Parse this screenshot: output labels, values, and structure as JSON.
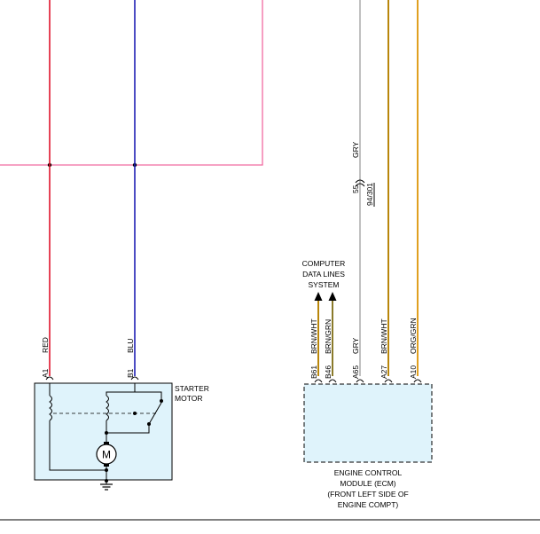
{
  "colors": {
    "red_wire": "#e0142c",
    "blu_wire": "#1f1fb4",
    "pink_wire": "#f06aa0",
    "gry_wire": "#c0c0c0",
    "brn_wht_wire": "#b8860b",
    "org_grn_wire": "#e0a020",
    "component_fill": "#dff3fb"
  },
  "starter": {
    "label_line1": "STARTER",
    "label_line2": "MOTOR",
    "motor_symbol": "M",
    "pin_a1": "A1",
    "pin_b1": "B1",
    "wire_a1_color": "RED",
    "wire_b1_color": "BLU"
  },
  "data_lines": {
    "line1": "COMPUTER",
    "line2": "DATA LINES",
    "line3": "SYSTEM"
  },
  "gry_splice": {
    "wire_color": "GRY",
    "connector_pin": "55",
    "connector_id": "94/301"
  },
  "ecm": {
    "label_line1": "ENGINE CONTROL",
    "label_line2": "MODULE (ECM)",
    "label_line3": "(FRONT LEFT SIDE OF",
    "label_line4": "ENGINE COMPT)",
    "pins": [
      {
        "pin": "B61",
        "wire": "BRN/WHT"
      },
      {
        "pin": "B46",
        "wire": "BRN/GRN"
      },
      {
        "pin": "A65",
        "wire": "GRY"
      },
      {
        "pin": "A27",
        "wire": "BRN/WHT"
      },
      {
        "pin": "A10",
        "wire": "ORG/GRN"
      }
    ]
  }
}
